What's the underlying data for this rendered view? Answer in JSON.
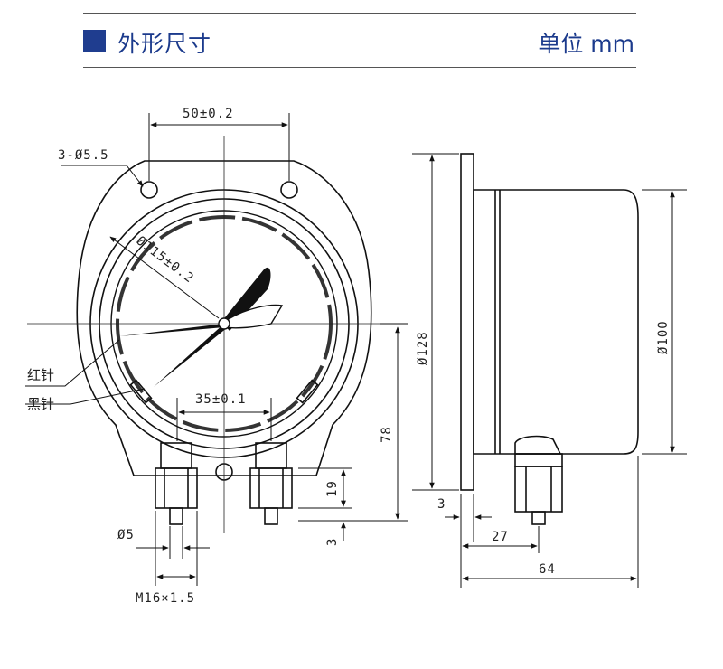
{
  "header": {
    "title": "外形尺寸",
    "unit": "单位 mm",
    "accent_color": "#1f3d8f"
  },
  "front_view": {
    "hole_spacing": "50±0.2",
    "mount_holes": "3-Ø5.5",
    "dial_diameter": "Ø115±0.2",
    "contact_spacing": "35±0.1",
    "red_pointer": "红针",
    "black_pointer": "黑针",
    "height_78": "78",
    "fitting_19": "19",
    "tip_3": "3",
    "hole_5": "Ø5",
    "thread": "M16×1.5"
  },
  "side_view": {
    "flange_dia": "Ø128",
    "case_dia": "Ø100",
    "flange_thickness": "3",
    "fitting_pos": "27",
    "overall_depth": "64"
  }
}
